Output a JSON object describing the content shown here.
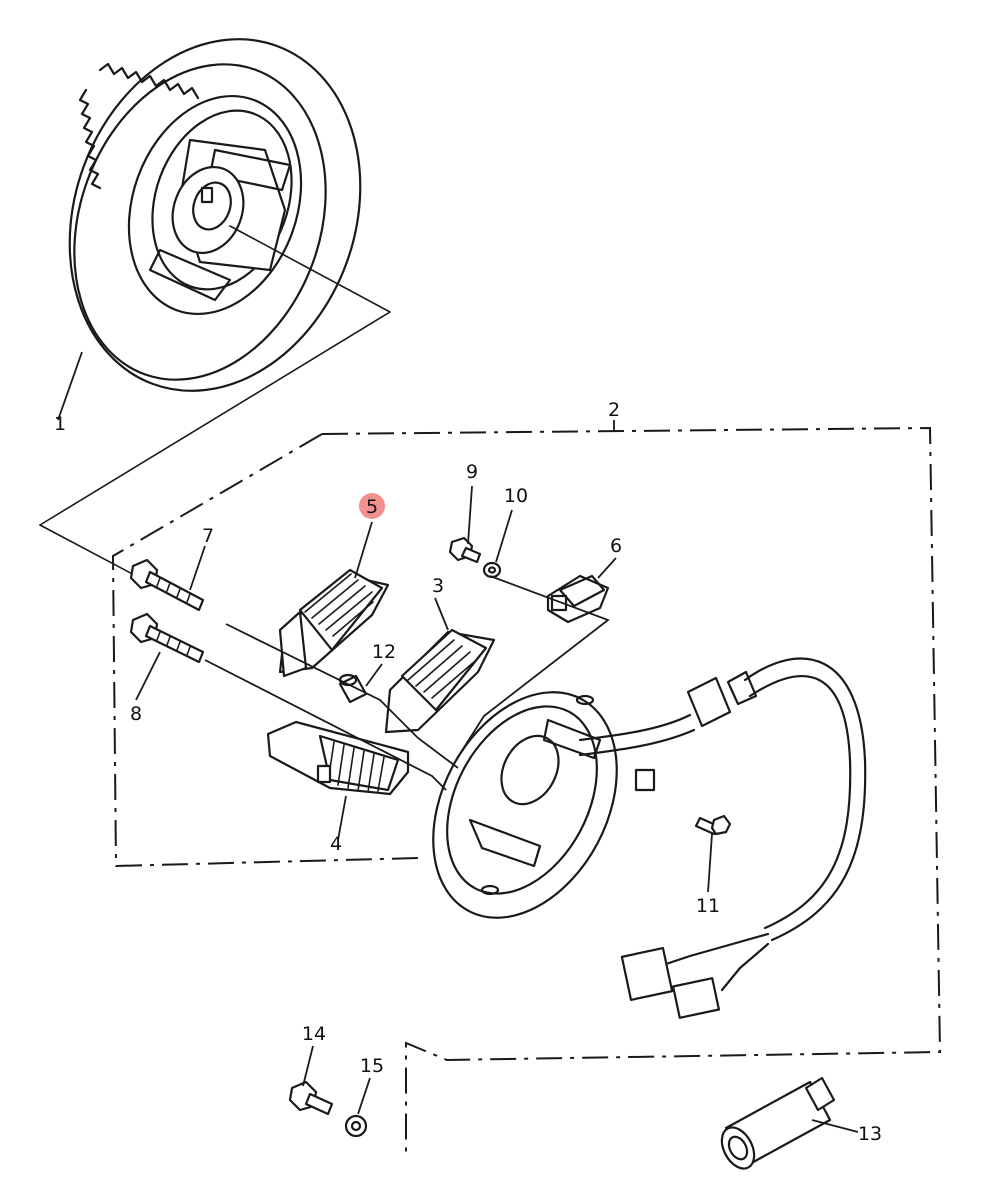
{
  "callouts": [
    {
      "id": "c1",
      "text": "1"
    },
    {
      "id": "c2",
      "text": "2"
    },
    {
      "id": "c3",
      "text": "3"
    },
    {
      "id": "c4",
      "text": "4"
    },
    {
      "id": "c5",
      "text": "5"
    },
    {
      "id": "c6",
      "text": "6"
    },
    {
      "id": "c7",
      "text": "7"
    },
    {
      "id": "c8",
      "text": "8"
    },
    {
      "id": "c9",
      "text": "9"
    },
    {
      "id": "c10",
      "text": "10"
    },
    {
      "id": "c11",
      "text": "11"
    },
    {
      "id": "c12",
      "text": "12"
    },
    {
      "id": "c13",
      "text": "13"
    },
    {
      "id": "c14",
      "text": "14"
    },
    {
      "id": "c15",
      "text": "15"
    }
  ],
  "highlight": {
    "callout": "5",
    "color": "#f07c7c"
  }
}
